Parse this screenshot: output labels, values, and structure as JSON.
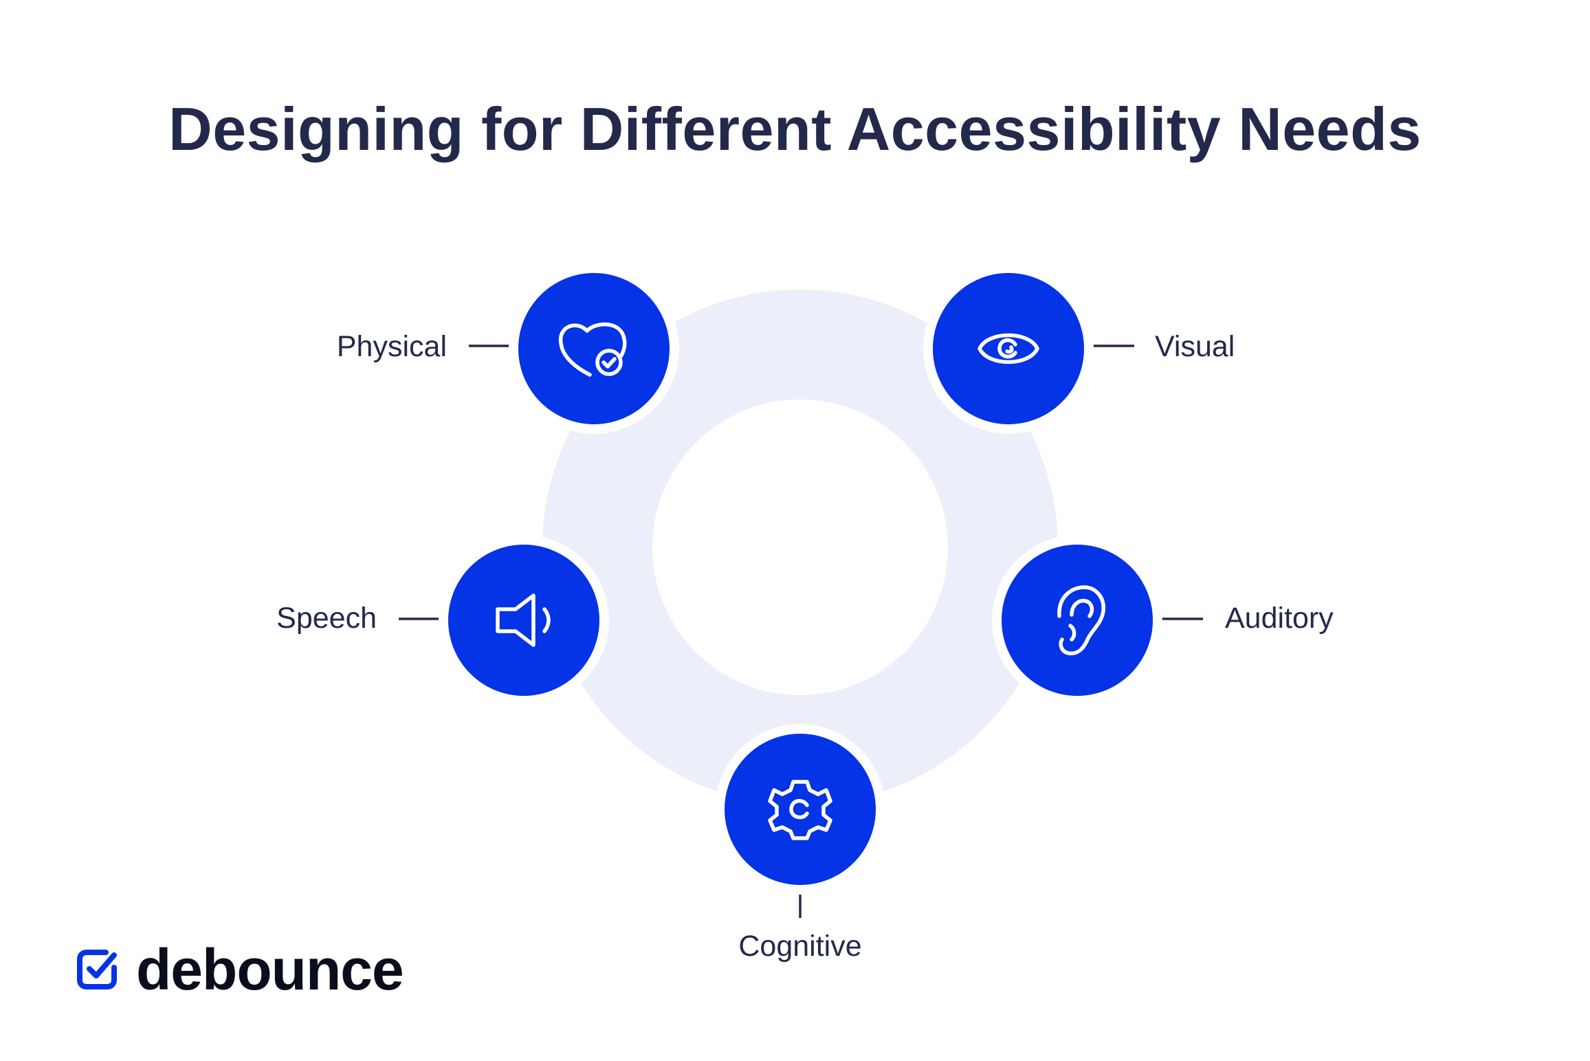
{
  "title": "Designing for Different Accessibility Needs",
  "colors": {
    "ring": "#eceefa",
    "node": "#0533e6",
    "text": "#23294a",
    "connector": "#23294a",
    "logo_mark": "#0533e6",
    "logo_text": "#0a0d1c"
  },
  "nodes": [
    {
      "id": "physical",
      "label": "Physical",
      "icon": "heart-check-icon"
    },
    {
      "id": "visual",
      "label": "Visual",
      "icon": "eye-icon"
    },
    {
      "id": "speech",
      "label": "Speech",
      "icon": "speaker-icon"
    },
    {
      "id": "auditory",
      "label": "Auditory",
      "icon": "ear-icon"
    },
    {
      "id": "cognitive",
      "label": "Cognitive",
      "icon": "gear-icon"
    }
  ],
  "logo": {
    "text": "debounce",
    "icon": "checkbox-check-icon"
  }
}
